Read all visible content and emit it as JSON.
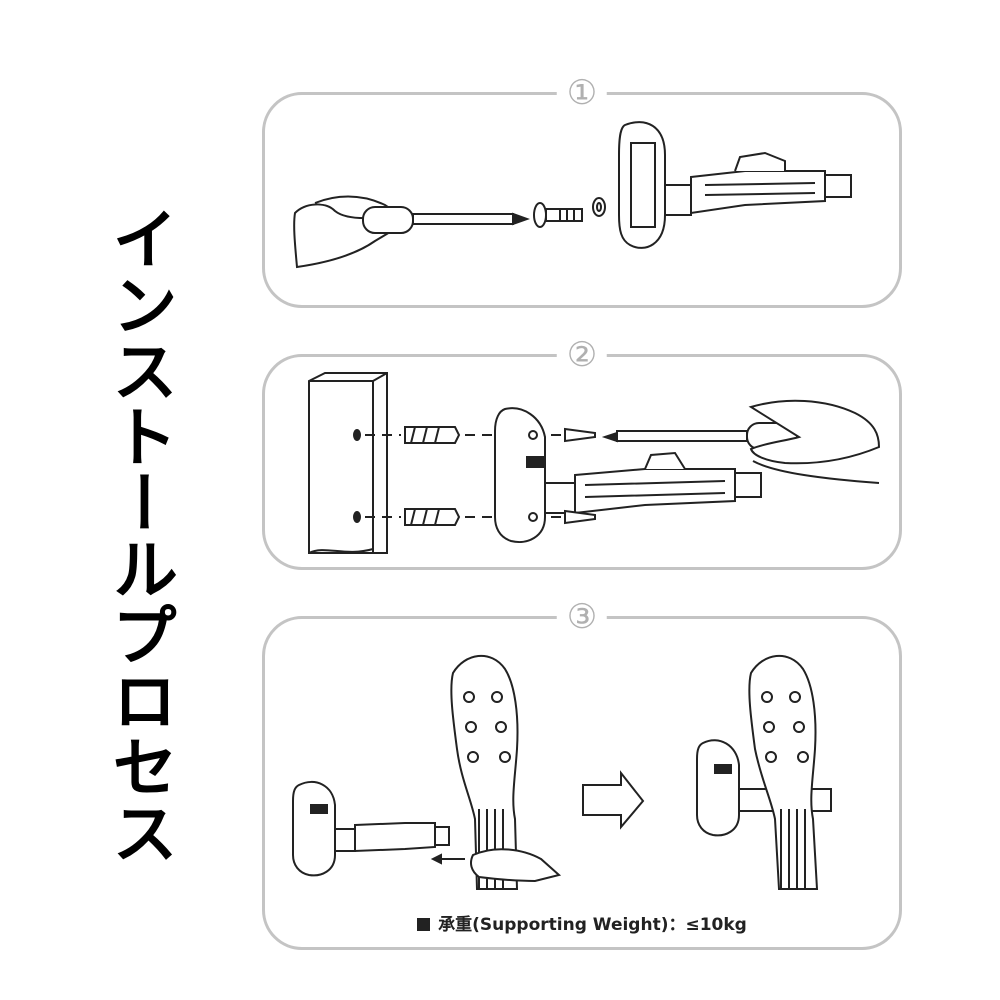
{
  "title": "インストールプロセス",
  "steps": [
    {
      "number": "①"
    },
    {
      "number": "②"
    },
    {
      "number": "③"
    }
  ],
  "caption": "承重(Supporting Weight)：≤10kg",
  "colors": {
    "panel_border": "#c4c4c4",
    "step_number": "#b0b0b0",
    "ink": "#222222"
  },
  "icons": [
    "screwdriver-icon",
    "hand-icon",
    "screw-icon",
    "washer-icon",
    "hanger-mount-icon",
    "wall-icon",
    "anchor-plug-icon",
    "guitar-headstock-icon",
    "arrow-right-icon",
    "arrow-left-icon"
  ]
}
